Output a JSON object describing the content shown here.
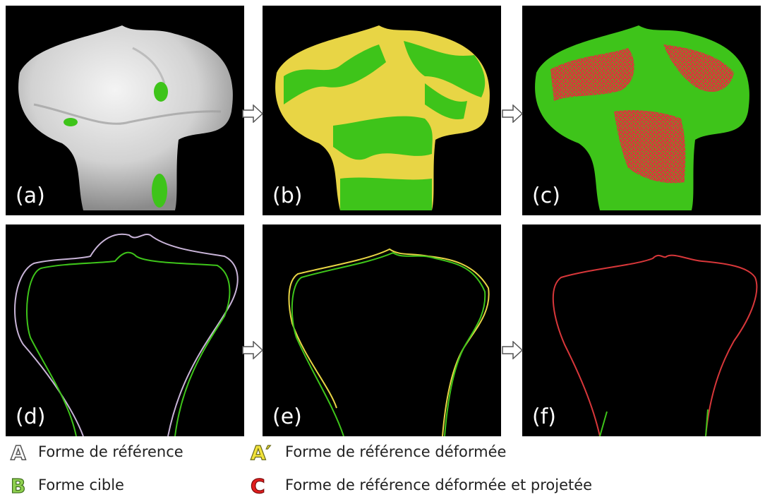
{
  "panels": [
    {
      "id": "a",
      "label": "(a)"
    },
    {
      "id": "b",
      "label": "(b)"
    },
    {
      "id": "c",
      "label": "(c)"
    },
    {
      "id": "d",
      "label": "(d)"
    },
    {
      "id": "e",
      "label": "(e)"
    },
    {
      "id": "f",
      "label": "(f)"
    }
  ],
  "legend": [
    {
      "glyph": "A",
      "text": "Forme de référence",
      "color": "#ffffff",
      "outline": "#555555"
    },
    {
      "glyph": "A′",
      "text": "Forme de référence déformée",
      "color": "#f2e33a",
      "outline": "#6a6a1a"
    },
    {
      "glyph": "B",
      "text": "Forme cible",
      "color": "#8fd14f",
      "outline": "#3d6b1c"
    },
    {
      "glyph": "C",
      "text": "Forme de référence déformée et projetée",
      "color": "#e21e1e",
      "outline": "#7a0b0b"
    }
  ],
  "colors": {
    "reference": "#d8d8d8",
    "target": "#3ec41a",
    "deformed": "#e8d545",
    "projected": "#d8373a",
    "background": "#000000"
  }
}
